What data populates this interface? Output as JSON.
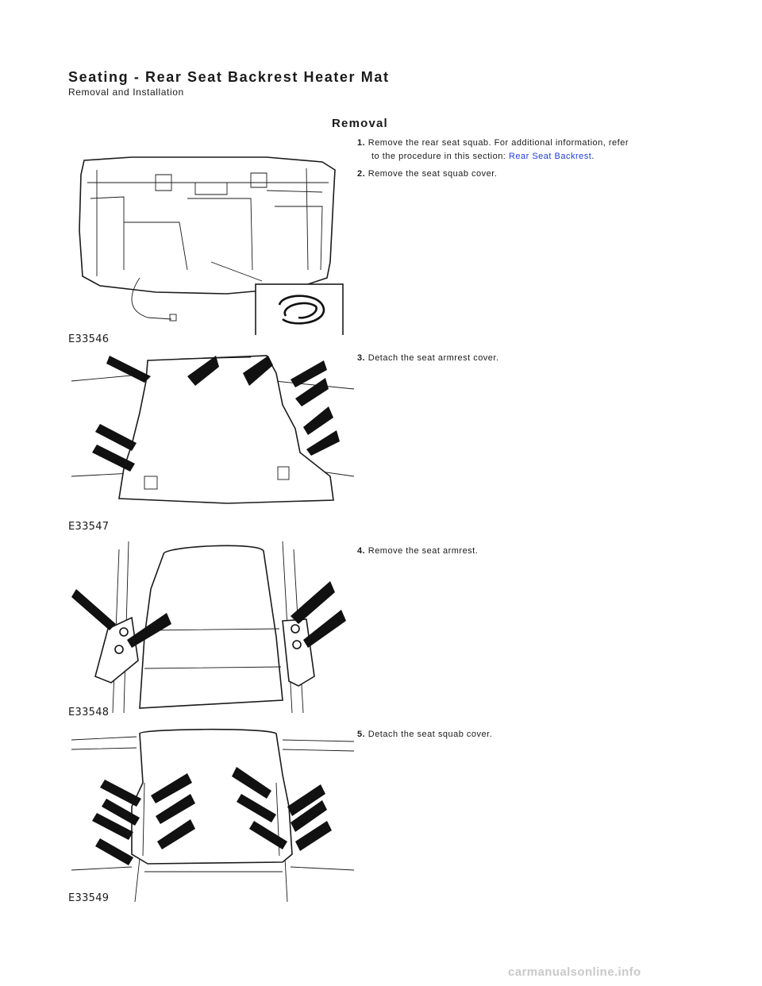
{
  "header": {
    "title": "Seating - Rear Seat Backrest Heater Mat",
    "subtitle": "Removal and Installation"
  },
  "section": {
    "title": "Removal"
  },
  "steps": [
    {
      "num": "1.",
      "text": "Remove the rear seat squab. For additional information, refer",
      "text2": "to the procedure in this section:",
      "link": "Rear Seat Backrest",
      "tail": "."
    },
    {
      "num": "2.",
      "text": "Remove the seat squab cover."
    },
    {
      "num": "3.",
      "text": "Detach the seat armrest cover."
    },
    {
      "num": "4.",
      "text": "Remove the seat armrest."
    },
    {
      "num": "5.",
      "text": "Detach the seat squab cover."
    }
  ],
  "figures": [
    {
      "label": "E33546"
    },
    {
      "label": "E33547"
    },
    {
      "label": "E33548"
    },
    {
      "label": "E33549"
    }
  ],
  "footer": {
    "watermark": "carmanualsonline.info"
  }
}
